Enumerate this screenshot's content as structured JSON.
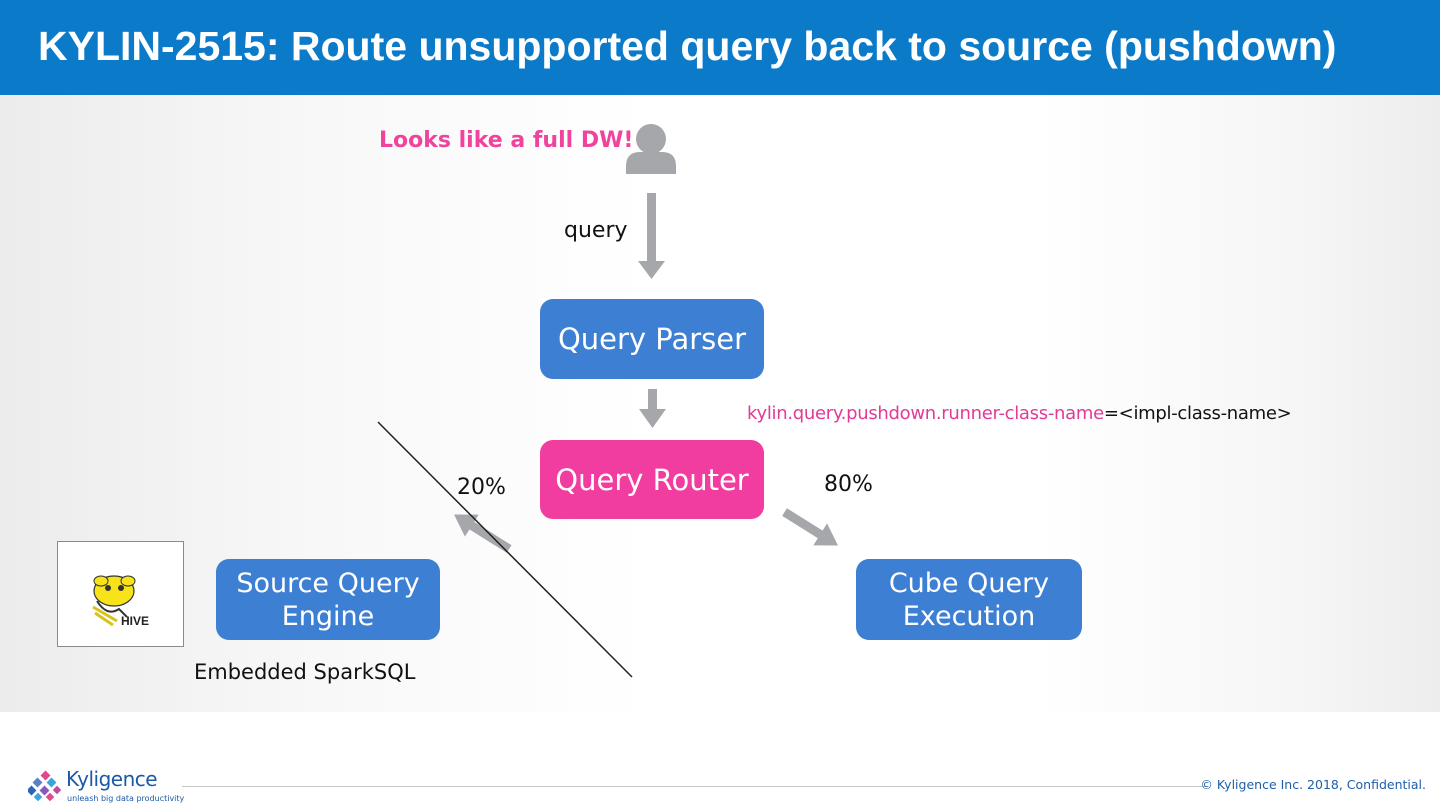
{
  "header": {
    "title": "KYLIN-2515: Route unsupported query back to source (pushdown)"
  },
  "diagram": {
    "tagline": "Looks like a full DW!",
    "query_label": "query",
    "nodes": {
      "parser": "Query Parser",
      "router": "Query Router",
      "source_engine_line1": "Source Query",
      "source_engine_line2": "Engine",
      "cube_exec_line1": "Cube Query",
      "cube_exec_line2": "Execution"
    },
    "left_percent": "20%",
    "right_percent": "80%",
    "config_key": "kylin.query.pushdown.runner-class-name",
    "config_value": "=<impl-class-name>",
    "source_caption": "Embedded SparkSQL",
    "hive_logo_text": "HIVE"
  },
  "footer": {
    "logo_name": "Kyligence",
    "logo_tagline": "unleash big data productivity",
    "copyright": "© Kyligence Inc. 2018, Confidential."
  },
  "colors": {
    "header_bg": "#0b7ac9",
    "node_blue": "#3d7fd3",
    "node_pink": "#f13ca0",
    "accent_pink": "#f0439d",
    "arrow_gray": "#a5a7aa"
  }
}
